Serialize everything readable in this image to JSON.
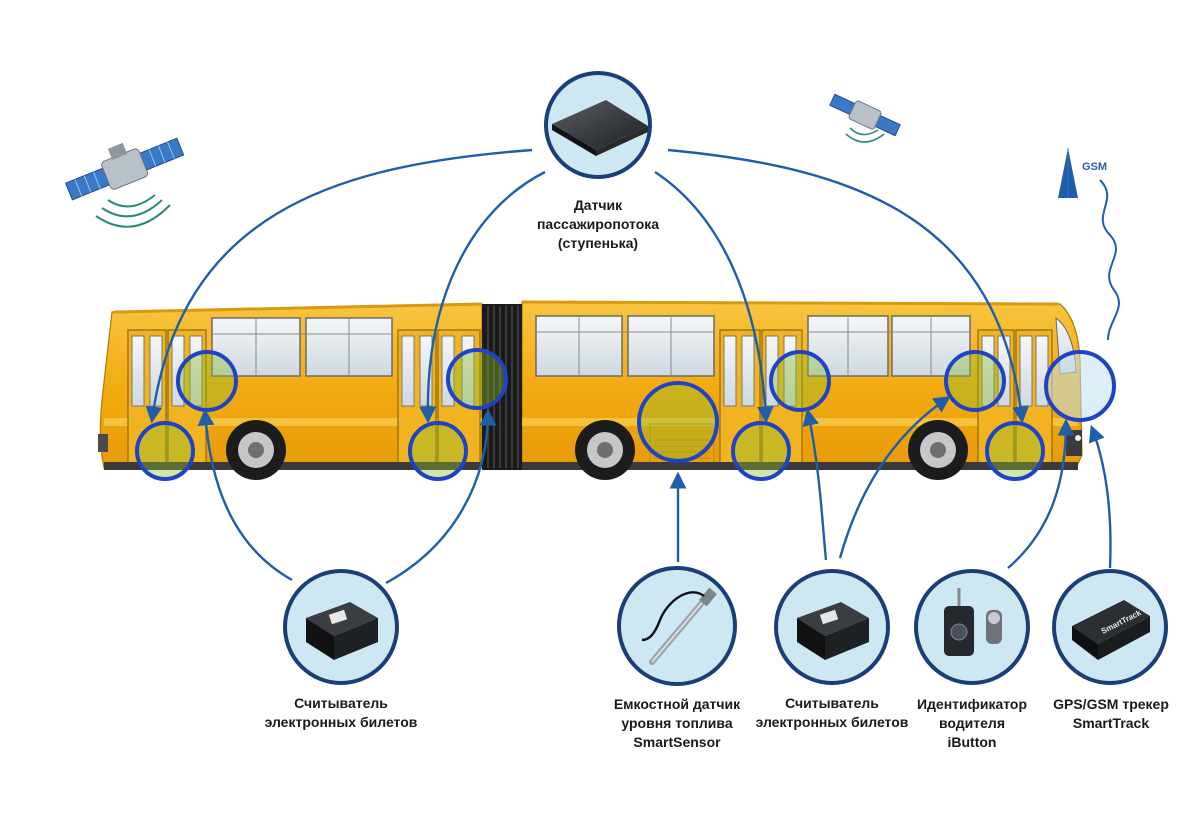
{
  "colors": {
    "connector": "#1f5ea8",
    "highlight_ring": "#1e43c4",
    "highlight_fill": "#8fbf2f",
    "device_ring": "#1a3f78",
    "device_fill": "#cde8f3",
    "bus_body": "#f5b21c",
    "bus_stripe": "#f7c84a",
    "glass": "#e6eef2"
  },
  "labels": {
    "passenger_sensor": [
      "Датчик",
      "пассажиропотока",
      "(ступенька)"
    ],
    "ticket_reader_left": [
      "Считыватель",
      "электронных билетов"
    ],
    "fuel_sensor": [
      "Емкостной датчик",
      "уровня топлива",
      "SmartSensor"
    ],
    "ticket_reader_right": [
      "Считыватель",
      "электронных билетов"
    ],
    "driver_id": [
      "Идентификатор",
      "водителя",
      "iButton"
    ],
    "tracker": [
      "GPS/GSM трекер",
      "SmartTrack"
    ],
    "gsm": "GSM"
  },
  "device_images": {
    "passenger_sensor": "step-sensor-pad",
    "ticket_reader": "ticket-reader-box",
    "fuel_sensor": "fuel-level-probe",
    "driver_id": "ibutton-reader-and-key",
    "tracker": "gps-tracker-unit"
  },
  "tracker_brand": "SmartTrack",
  "ibutton_brand": "iButton"
}
